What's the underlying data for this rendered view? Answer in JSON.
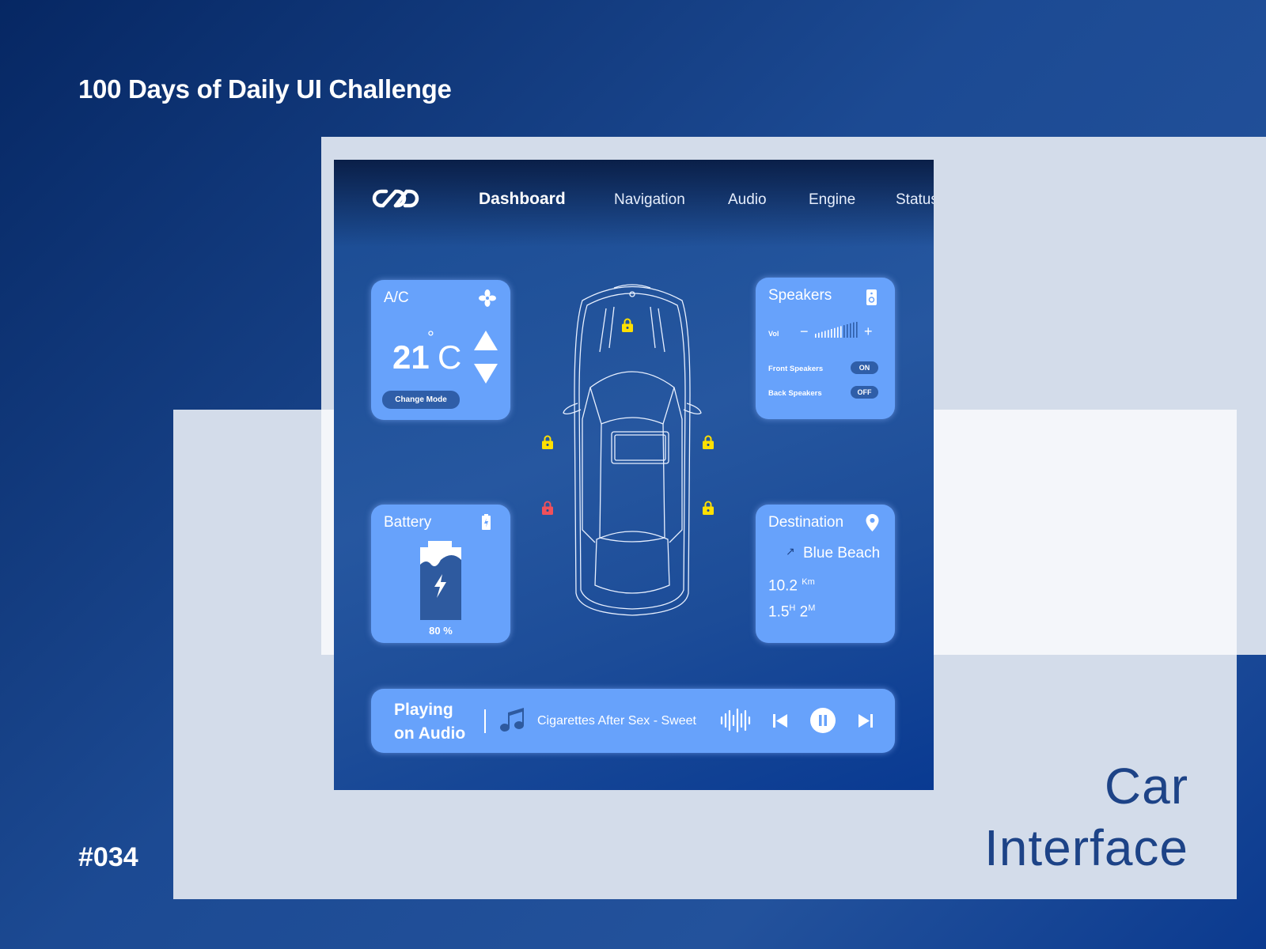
{
  "page": {
    "headline": "100 Days of Daily UI Challenge",
    "number": "#034",
    "title_line1": "Car",
    "title_line2": "Interface"
  },
  "nav": {
    "items": [
      {
        "label": "Dashboard",
        "active": true
      },
      {
        "label": "Navigation"
      },
      {
        "label": "Audio"
      },
      {
        "label": "Engine"
      },
      {
        "label": "Status"
      }
    ]
  },
  "ac": {
    "title": "A/C",
    "temperature": "21",
    "unit": "C",
    "degree": "°",
    "mode_button": "Change Mode",
    "icon": "fan-icon"
  },
  "speakers": {
    "title": "Speakers",
    "vol_label": "Vol",
    "volume_level": 0.64,
    "front_label": "Front Speakers",
    "front_state": "ON",
    "back_label": "Back Speakers",
    "back_state": "OFF",
    "icon": "speaker-icon"
  },
  "battery": {
    "title": "Battery",
    "percent_label": "80 %",
    "level": 0.8,
    "icon": "battery-charging-icon"
  },
  "destination": {
    "title": "Destination",
    "place": "Blue Beach",
    "distance": "10.2",
    "distance_unit": "Km",
    "time_h": "1.5",
    "h_unit": "H",
    "time_m": "2",
    "m_unit": "M",
    "icon": "location-pin-icon"
  },
  "player": {
    "label_line1": "Playing",
    "label_line2": "on Audio",
    "track": "Cigarettes After Sex - Sweet"
  },
  "locks": {
    "locked_color": "#ffe000",
    "unlocked_color": "#f0505a",
    "states": {
      "front": "locked",
      "front_left": "locked",
      "front_right": "locked",
      "rear_left": "unlocked",
      "rear_right": "locked"
    }
  },
  "colors": {
    "card": "#67a2fb",
    "accent_dark": "#2f5ea8",
    "title_text": "#1d4387"
  }
}
